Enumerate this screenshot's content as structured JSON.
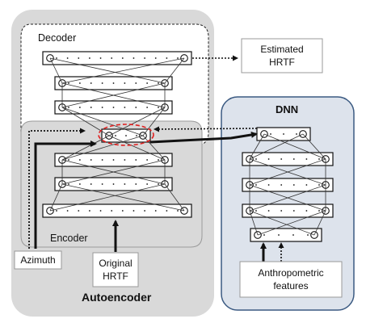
{
  "labels": {
    "decoder": "Decoder",
    "encoder": "Encoder",
    "autoencoder": "Autoencoder",
    "dnn": "DNN",
    "estimated_hrtf_line1": "Estimated",
    "estimated_hrtf_line2": "HRTF",
    "azimuth": "Azimuth",
    "original_hrtf_line1": "Original",
    "original_hrtf_line2": "HRTF",
    "anthropometric_line1": "Anthropometric",
    "anthropometric_line2": "features"
  },
  "colors": {
    "autoencoder_panel": "#d9d9d9",
    "dnn_panel": "#dde3ec",
    "dnn_border": "#3b5a82",
    "latent_highlight": "#e02020"
  }
}
